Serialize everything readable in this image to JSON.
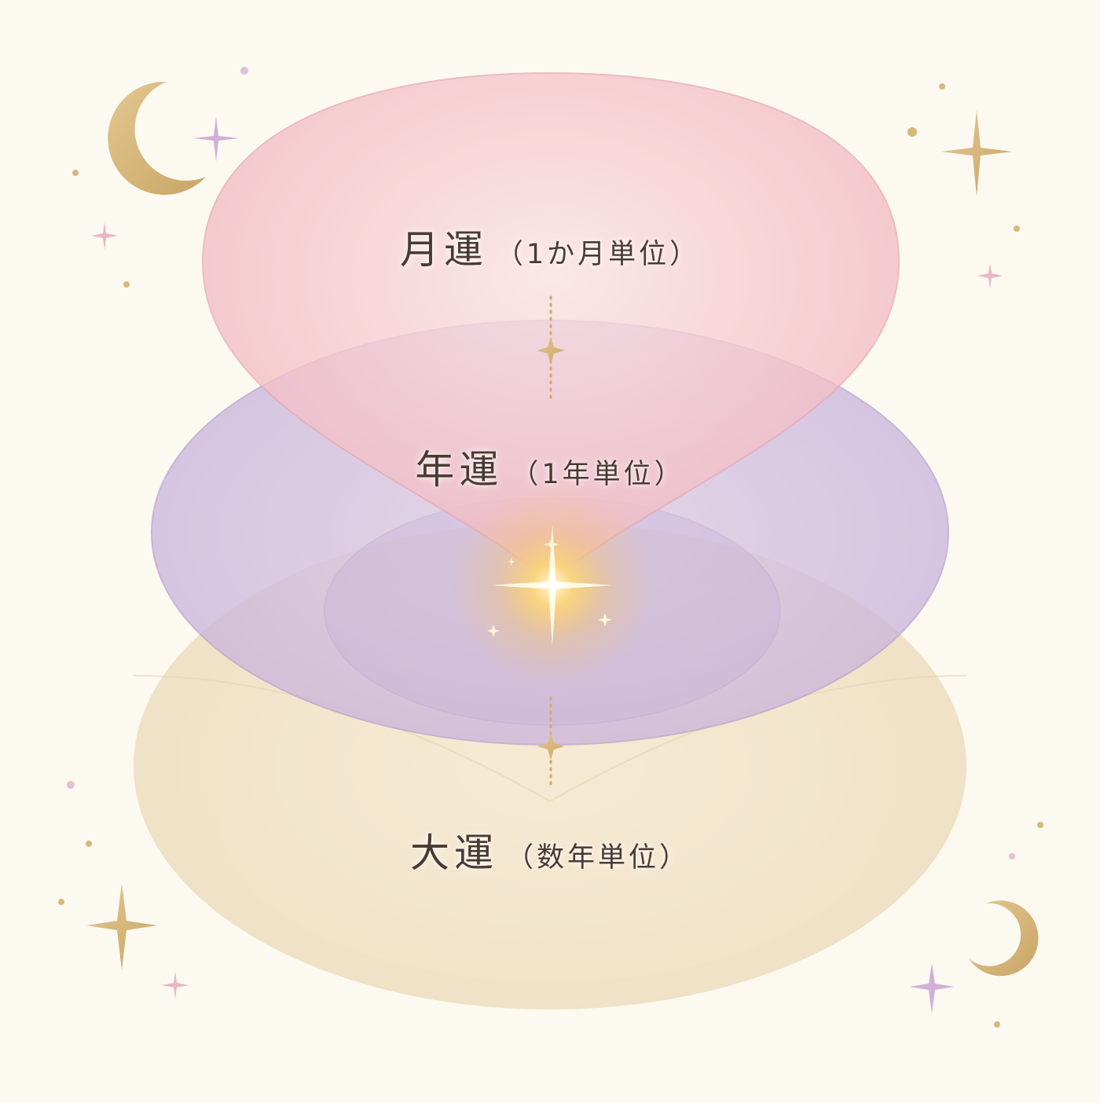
{
  "layers": [
    {
      "id": "monthly",
      "name": "月運",
      "unit": "（1か月単位）",
      "color": "#f1b8c0"
    },
    {
      "id": "yearly",
      "name": "年運",
      "unit": "（1年単位）",
      "color": "#cdb8dd"
    },
    {
      "id": "decade",
      "name": "大運",
      "unit": "（数年単位）",
      "color": "#efdfbf"
    }
  ],
  "colors": {
    "background": "#fcf9f1",
    "gold": "#d6b374",
    "lilac": "#c9a9cf",
    "text": "#4a3a33",
    "center_glow": "#f7c660"
  },
  "decorations": {
    "moons": [
      "crescent-moon-icon",
      "crescent-moon-icon"
    ],
    "stars": "four-point-sparkle-icon"
  }
}
